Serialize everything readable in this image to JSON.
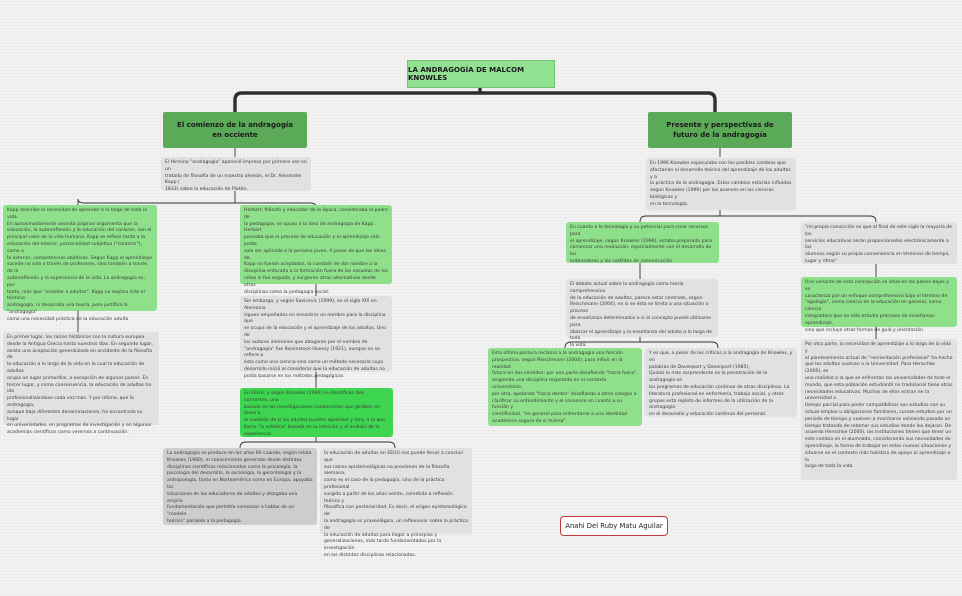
{
  "title": "LA ANDRAGOGÍA DE MALCOM  KNOWLES",
  "author": "Anahi Del Ruby Matu Aguilar",
  "left": {
    "header": "El comienzo de la andragogía en\nocciente",
    "intro": "El término \"andragogía\" apareció impreso por primera vez en un\ntratado de filosofía de un  maestro alemán, el Dr. Alexandre Kapp (\n1833) sobre la educación de Platón.",
    "kapp": "Kapp describe la necesidad de aprender a lo largo de toda la vida.\nEn  aproximadamente sesenta páginas argumenta que la\neducación, la autorreflexión y la  educación del carácter, son el\nprincipal valor de la vida humana. Kapp se refiere tanto  a la\neducación del interior, personalidad subjetiva (\"carácter\"), como a\nla exterior,  competencias objetivas. Según Kapp el aprendizaje\nsucede no solo a través de  profesores, sino también a través de la\nautorreflexión y la experiencia de la vida. La  andragogía es, por\ntanto, más que \"enseñar a adultos\". Kapp no explica más el término\nandragogía, ni desarrolla una teoría, pero justifica la \"andragogía\"\ncomo una necesidad  práctica de la educación adulta",
    "history": "En primer lugar,  los raíces históricos con la cultura europea\ndesde la Antigua Grecia hasta nuestros  días. En segundo lugar,\nexiste una aceptación generalizada en occidente de la filosofía  de\nla educación a lo largo de la vida en la cual la educación de adultos\nocupa un lugar  primordial, a excepción de algunos países. En\ntercer lugar, y como consecuencia,  la  educación de adultos ha ido\nprofesionalizándose cada vez más. Y por último, que la  andragogía,\naunque bajo diferentes denominaciones, ha encontrado su lugar\nen  universidades, en programas de investigación y en algunos\nacademias científicos como veremos a continuación.",
    "herbart": "Herbart, filósofo y educador de la época, consideraba el padre de\nla pedagogía,  se opuso a la idea de andragogía de Kapp. Herbart\npensaba que el proceso de  educación y el aprendizaje sólo podía\nsolo ser aplicado a la persona joven. A pesar de que las ideas de\nKapp no fueron aceptadas, la cuestión  de dar nombre a la\ndisciplina enfocada a la formación fuera de los escuelas de los\nniños sí fue seguida, y surgieron otras alternativas desde otras\ndisciplinas como la  pedagogía social.",
    "savicevic": "Sin embargo, y según Savicevic (1999), en el siglo XIX en Alemania\nsiguen  empeñados en encontrar un nombre para la disciplina que\nse ocupa de la educación y  el aprendizaje de los adultos. Uno de\nlos autores alemanes que abogaron por el  nombre de\n\"andragogía\" fue Rosenstock-Huessy (1921), aunque no se refiere a\nésta  como una ciencia sino como un método necesario cuyo\ndesarrollo inició al considerar  que la educación de adultos no\npodía basarse en los métodos pedagógicos",
    "eeuu": "En EEUU, y según Knowles (1990) se identifican dos corrientes, una\nbasada en  las investigaciones conductistas que giraban en torno a\nla cuestión de sí los adultos  pueden aprender y otra, a la que\nllama  \"la artística\"  basada en la intuición y el análisis  de la\nexperiencia.",
    "decade": "La andragogía se produce en los años 60 cuando, según  relata\nKnowles (1980), el conocimiento generado desde distintos\ndisciplinas científicos relacionados como la psicología, la\npsicología del desarrollo, la sociología, la  gerontología y la\nantropología, tanto en Norteamérica como en Europa, apoyaba las\nintuiciones de los educadores de adultos y otorgaba una amplia\nfundamentación que  permitía comenzar a hablar de un \"modelo\nteórico\" paralelo a la pedagogía.",
    "concern": "la educación de adultos en EEUU nos puede llevar a  concluir que\nsus raíces epistemológicas no provienen de la filosofía alemana,\ncomo  es el caso de la pedagogía, sino de la práctica profesional\nsurgida a partir de los años  veinte, cometida a reflexión teórica y\nfilosófica con posterioridad. Es decir, el origen  epistemológico de\nla andragogía es praxeológico, un reflexionar sobre la práctica de\nla  educación de adultos para llegar a principios y\ngeneralizaciones, más tarde  fundamentados por la investigación\nen las distintas disciplinas relacionadas."
  },
  "right": {
    "header": "Presente y perspectivas de futuro de\nla andragogía",
    "intro": "En 1996 Knowles especulaba con los posibles cambios que\nafectarían al  desarrollo teórico del aprendizaje de los adultos y a\nla práctica de la andragogía. Estos  cambios estarían influidos\nsegún Knowles (1996) por los avances en las ciencias  biológicas y\nen la tecnología.",
    "tech": "En cuanto a la tecnología y su potencial para crear recursos para\nel aprendizaje,  según Knowles (1996), estaba preparada para\ncomenzar una revolución,  especialmente con el desarrollo de los\nordenadores y los satélites de comunicación",
    "debate": "El debate actual sobre la andragogía como teoría comprehensiva\nde la  educación de adultos, parece estar centrado, según\nReischmann (2004), en si se ésta  se  limita a una situación o proceso\nde enseñanza determinados o si el concepto puede utilizarse para\nabarcar el aprendizaje y la enseñanza del adulto a lo largo de toda\nla  vida.",
    "reischmann": "Esta última postura reclama a la andragogía una función\nprospectiva, según  Reischmann (2004), para influir en la realidad\nfutura en dos sentidos: por una parte  desafiando \"hacia fuera\",\nexigiendo una disciplina respetada en el contexto  universitario,\npor otra, apelando \"hacia dentro\"  desafiando a otros colegas a\nclarificar  su entendimiento y el consenso en cuanto a su función y\ncientificidad, \"en general para  enfrentarse a una identidad\nacadémica segura de sí misma\"",
    "davenport": "Y es que, a pesar de los críticos a la andragogía de Knowles, y en\npalabras de  Davenport y Davenport (1985),\nQuizás lo más sorprendente es la penetración de la andragogía en\nlos  programas de educación continua de otras disciplinas. La\nliteratura profesional  en enfermería, trabajo social, y otros\ngrupos está repleta de informes de la  utilización de la andragogía\nen el desarrollo y educación continua del personal.",
    "conviction": "\"mi propia convicción es que al final de este siglo la mayoría de los\nservicios  educativos serán proporcionados electrónicamente a los\nalumnos según su propia  conveniencia en términos de tiempo,\nlugar y ritmo\"",
    "variant": "Una variante de esta  concepción se sitúa en los países bajos y se\ncaracteriza por un enfoque  comprehensivo bajo el término de\n\"agología\", como ciencia de la educación en  general, como ciencia\nintegradora que no sólo estudia procesos de enseñanza-aprendizaje,\nsino que incluye otras formas de guía y orientación",
    "henschke": "Por otra parte, la necesidad de aprendizaje a lo largo de la vida y\nel  planteamiento actual de \"reorientación profesional\" ha hecho\nque los adultos vuelvan a  la Universidad. Para Henschke (2000), es\nuna realidad a la que se enfrentan las  universidades de todo el\nmundo, que esta población estudiantil no tradicional tiene  otras\nnecesidades educativas. Muchos de ellos entran en la universidad a\ntiempo  parcial para poder compatibilizar sus estudios con su\nactual empleo u obligaciones  familiares, cursan estudios por un\nperiodo de tiempo y vuelven a marcharse volviendo  pasado un\ntiempo tratando de retomar sus estudios donde los dejaron. De\nacuerdo  Henschke (2000), las instituciones tienen que tener un\neste cambio en el alumnado,  considerando sus necesidades de\naprendizaje, la forma de trabajar en estos nuevas  situaciones y\nsituarse en el contexto más holístico de apoyo al aprendizaje a lo\nlargo  de toda la vida."
  }
}
